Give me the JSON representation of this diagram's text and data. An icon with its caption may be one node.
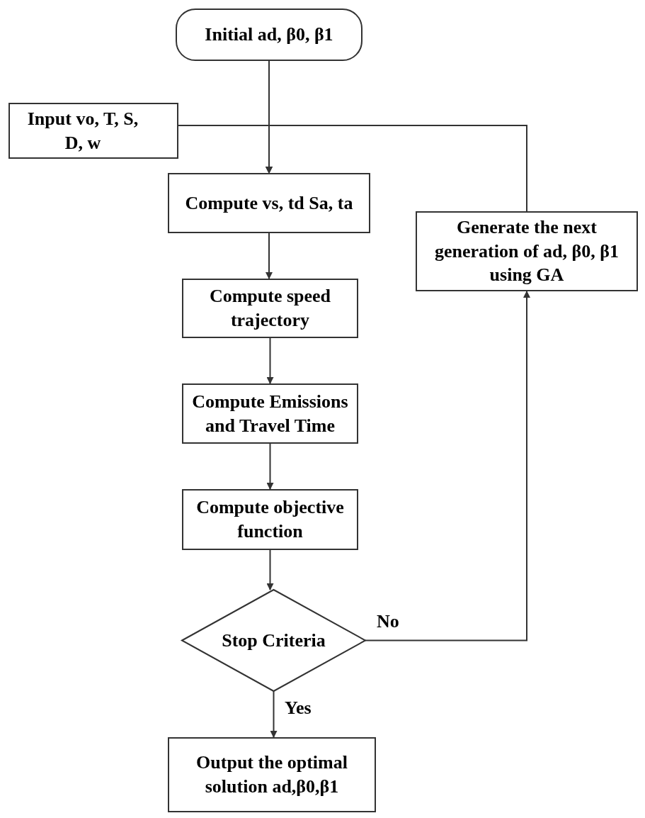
{
  "diagram": {
    "nodes": [
      {
        "text": [
          "Initial ad, β0, β1"
        ]
      },
      {
        "text": [
          "Input vo, T, S, D, w"
        ]
      },
      {
        "text": [
          "Compute vs, td Sa, ta"
        ]
      },
      {
        "text": [
          "Compute speed trajectory"
        ]
      },
      {
        "text": [
          "Compute Emissions and Travel Time"
        ]
      },
      {
        "text": [
          "Compute objective function"
        ]
      },
      {
        "text": [
          "Stop Criteria"
        ]
      },
      {
        "text": [
          "Generate the next generation of ad, β0, β1 using GA"
        ]
      },
      {
        "text": [
          "Output the optimal solution ad,β0,β1"
        ]
      }
    ],
    "edges": [
      {
        "from": 0,
        "to": 2,
        "arrow": "to"
      },
      {
        "from": 1,
        "to": 2,
        "arrow": "to"
      },
      {
        "from": 2,
        "to": 3,
        "arrow": "to"
      },
      {
        "from": 3,
        "to": 4,
        "arrow": "to"
      },
      {
        "from": 4,
        "to": 5,
        "arrow": "to"
      },
      {
        "from": 5,
        "to": 6,
        "arrow": "to"
      },
      {
        "from": 6,
        "to": 8,
        "arrow": "to",
        "label": "Yes"
      },
      {
        "from": 6,
        "to": 7,
        "arrow": "to",
        "label": "No"
      },
      {
        "from": 7,
        "to": 2,
        "arrow": "to"
      }
    ]
  }
}
